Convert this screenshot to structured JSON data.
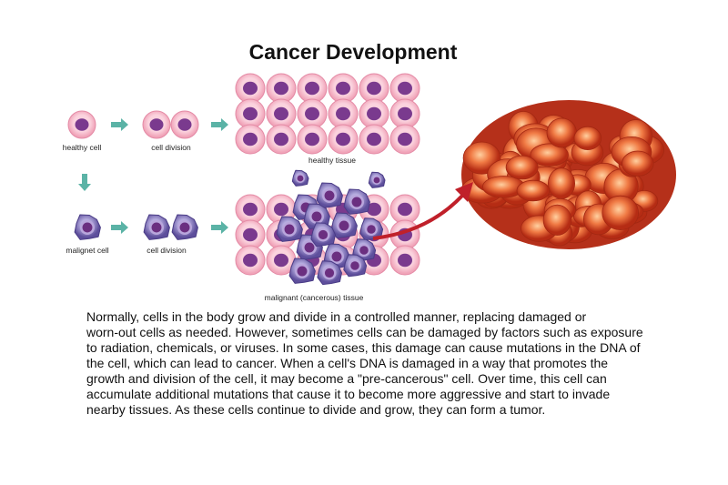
{
  "title": "Cancer Development",
  "labels": {
    "healthy_cell": "healthy cell",
    "cell_division_top": "cell division",
    "healthy_tissue": "healthy tissue",
    "malignant_cell": "malignet cell",
    "cell_division_bottom": "cell division",
    "malignant_tissue": "malignant (cancerous) tissue"
  },
  "paragraph": [
    "Normally, cells in the body grow and divide in a controlled manner, replacing damaged or",
    "worn-out cells as needed. However, sometimes cells can be damaged by factors such as exposure",
    "to radiation, chemicals, or viruses. In some cases, this damage can cause mutations in the DNA of",
    "the cell, which can lead to cancer. When a cell's DNA is damaged in a way that promotes the",
    "growth and division of the cell, it may become a \"pre-cancerous\" cell. Over time, this cell can",
    "accumulate additional mutations that cause it to become more aggressive and start to invade",
    "nearby tissues. As these cells continue to divide and grow, they can form a tumor."
  ],
  "colors": {
    "healthy": "#f6b8c8",
    "nucleus": "#7a3a8e",
    "malignant": "#8a80c4",
    "arrow": "#5bb3a6",
    "tumor": "#d9421e",
    "pointer": "#c0202a"
  }
}
